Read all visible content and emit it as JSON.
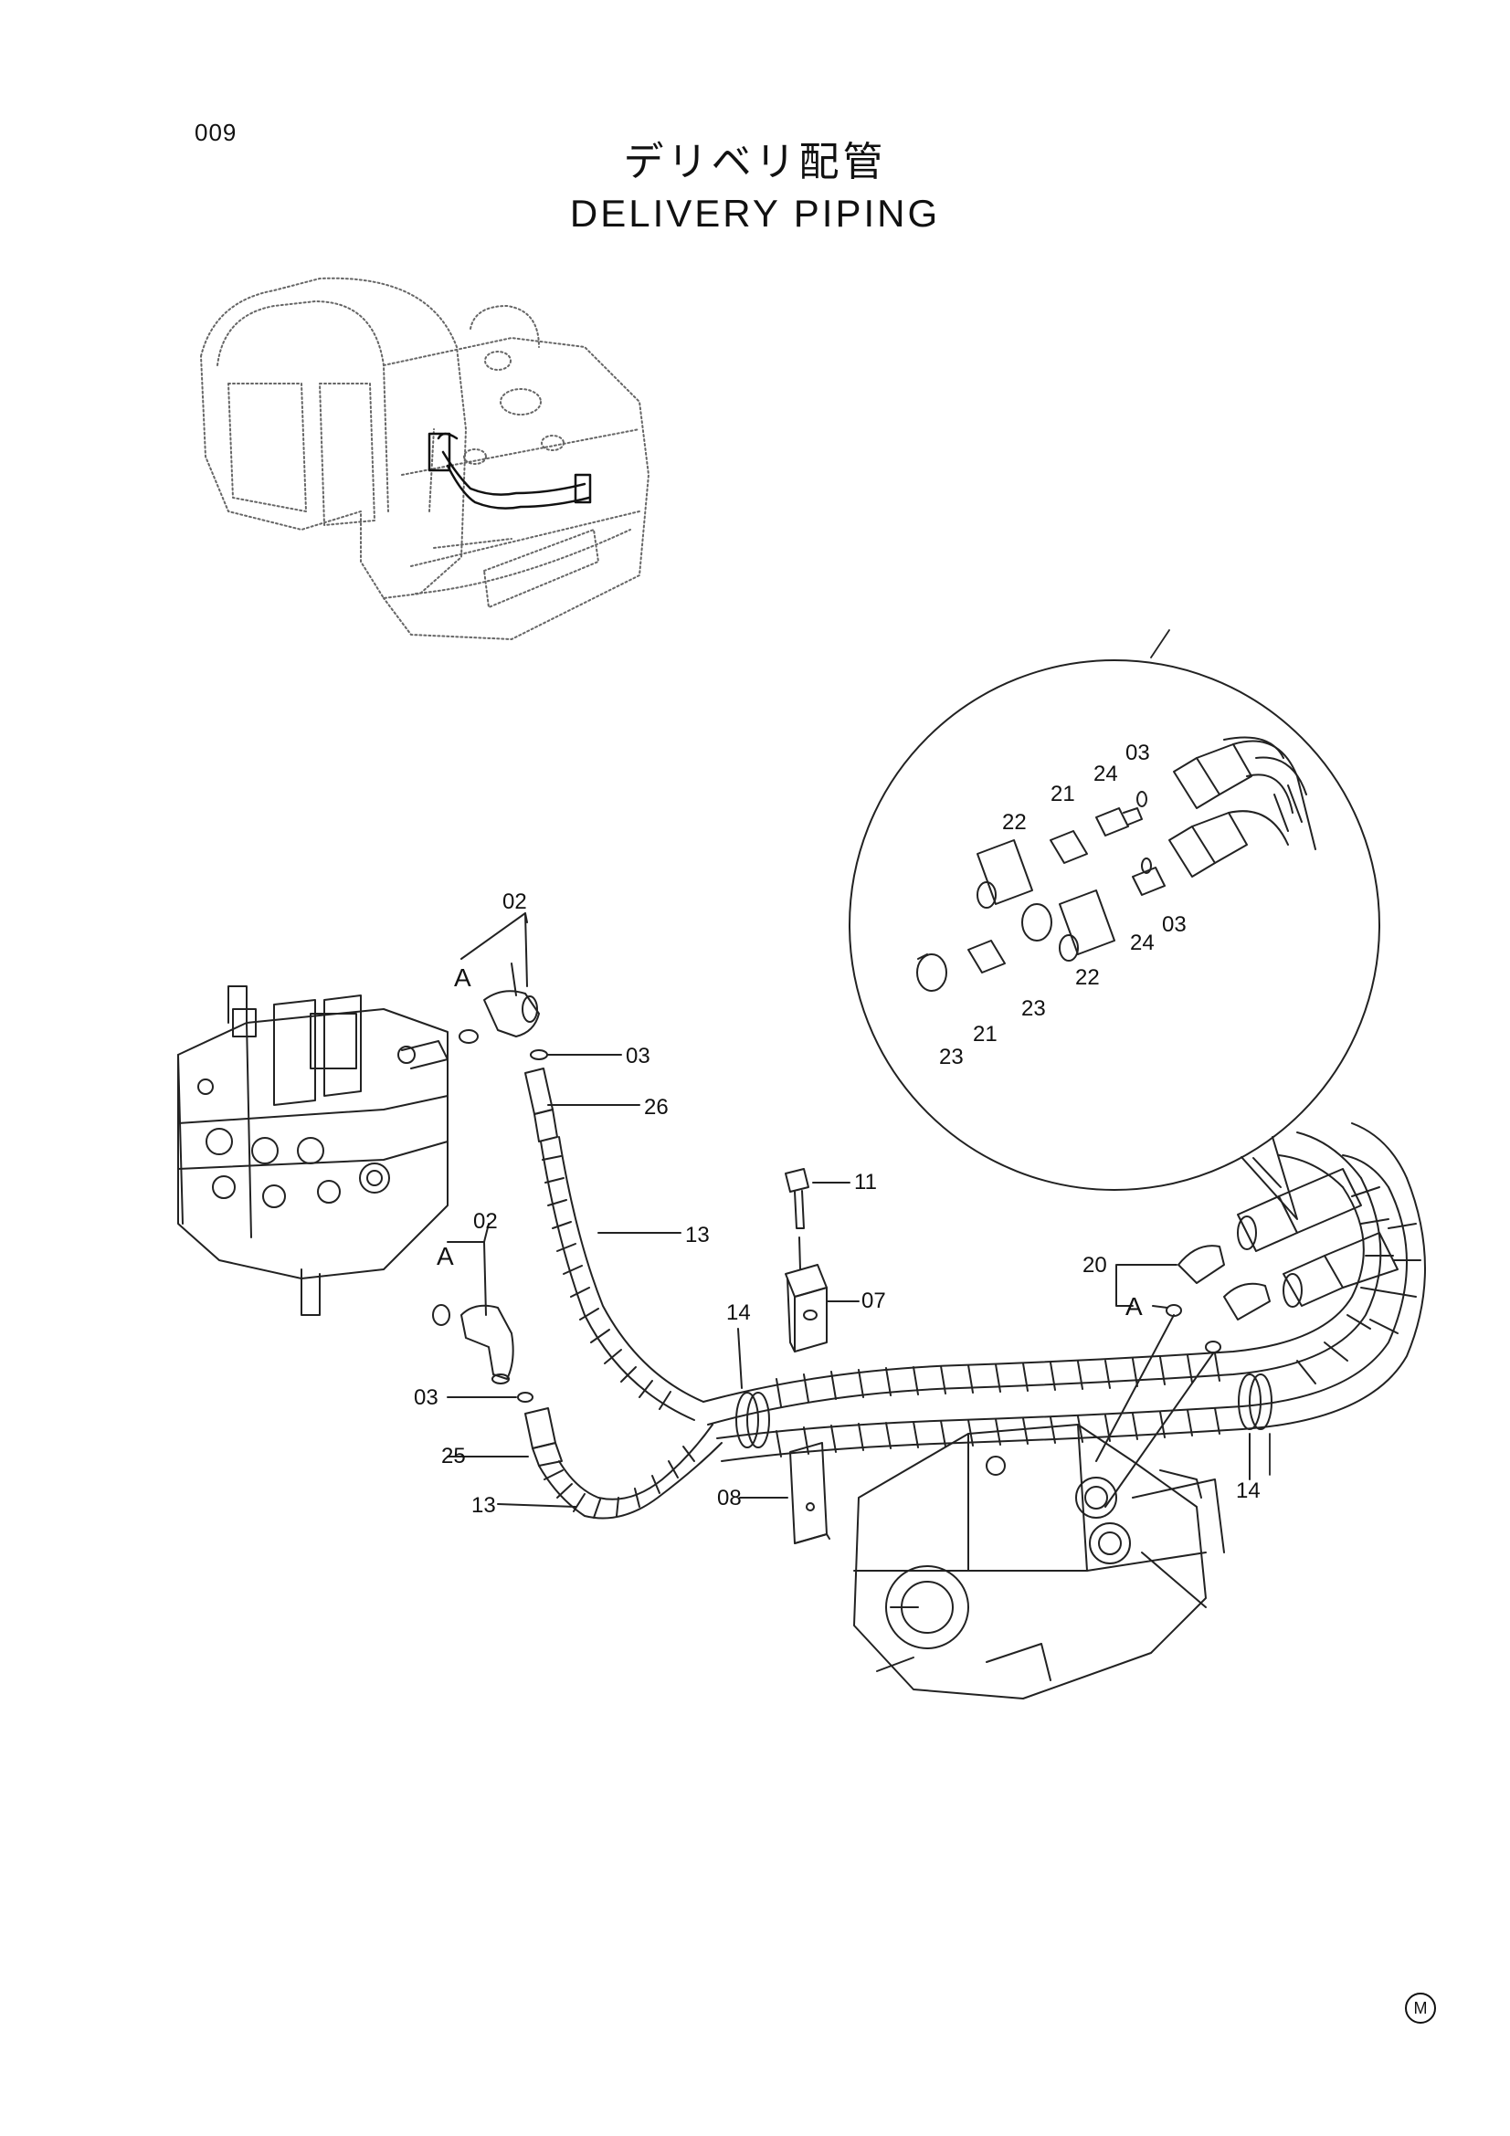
{
  "page_number": "009",
  "title_jp": "デリベリ配管",
  "title_en": "DELIVERY PIPING",
  "footer_mark": "M",
  "callouts": [
    {
      "id": "c-02-top",
      "label": "02"
    },
    {
      "id": "c-a-top",
      "label": "A"
    },
    {
      "id": "c-03-top",
      "label": "03"
    },
    {
      "id": "c-26",
      "label": "26"
    },
    {
      "id": "c-13-mid",
      "label": "13"
    },
    {
      "id": "c-02-mid",
      "label": "02"
    },
    {
      "id": "c-a-mid",
      "label": "A"
    },
    {
      "id": "c-03-mid",
      "label": "03"
    },
    {
      "id": "c-25",
      "label": "25"
    },
    {
      "id": "c-13-low",
      "label": "13"
    },
    {
      "id": "c-11",
      "label": "11"
    },
    {
      "id": "c-07",
      "label": "07"
    },
    {
      "id": "c-14-left",
      "label": "14"
    },
    {
      "id": "c-08",
      "label": "08"
    },
    {
      "id": "c-20",
      "label": "20"
    },
    {
      "id": "c-a-right",
      "label": "A"
    },
    {
      "id": "c-14-right",
      "label": "14"
    },
    {
      "id": "d-22-top",
      "label": "22"
    },
    {
      "id": "d-21-top",
      "label": "21"
    },
    {
      "id": "d-24-top",
      "label": "24"
    },
    {
      "id": "d-03-top",
      "label": "03"
    },
    {
      "id": "d-03-bot",
      "label": "03"
    },
    {
      "id": "d-24-bot",
      "label": "24"
    },
    {
      "id": "d-22-bot",
      "label": "22"
    },
    {
      "id": "d-23-mid",
      "label": "23"
    },
    {
      "id": "d-21-bot",
      "label": "21"
    },
    {
      "id": "d-23-bot",
      "label": "23"
    }
  ]
}
